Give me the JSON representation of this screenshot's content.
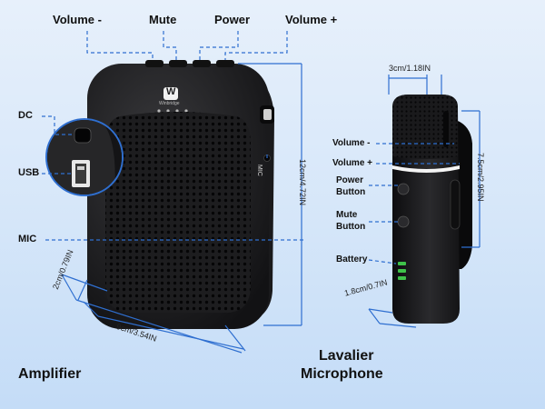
{
  "amplifier": {
    "title": "Amplifier",
    "brand": "W",
    "brand_text": "Winbridge",
    "port_text": "MIC",
    "labels": {
      "volume_minus": "Volume -",
      "mute": "Mute",
      "power": "Power",
      "volume_plus": "Volume +",
      "dc": "DC",
      "usb": "USB",
      "mic": "MIC"
    },
    "dims": {
      "height": "12cm/4.72IN",
      "depth": "2cm/0.79IN",
      "width": "9cm/3.54IN"
    }
  },
  "microphone": {
    "title_line1": "Lavalier",
    "title_line2": "Microphone",
    "labels": {
      "volume_minus": "Volume -",
      "volume_plus": "Volume +",
      "power_line1": "Power",
      "power_line2": "Button",
      "mute_line1": "Mute",
      "mute_line2": "Button",
      "battery": "Battery"
    },
    "dims": {
      "width": "3cm/1.18IN",
      "height": "7.5cm/2.95IN",
      "depth": "1.8cm/0.7IN"
    }
  },
  "colors": {
    "guide_line": "#2f6fd0",
    "device_body": "#1c1c1e",
    "battery_led": "#3fc24a"
  }
}
